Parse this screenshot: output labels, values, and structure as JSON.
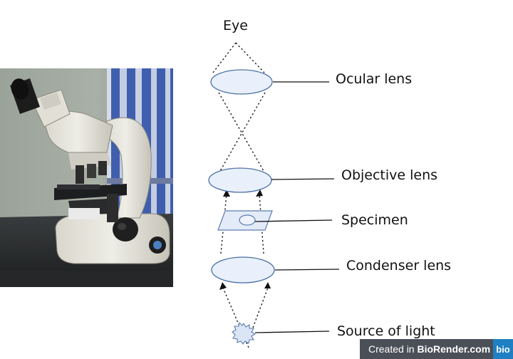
{
  "diagram": {
    "labels": {
      "eye": "Eye",
      "ocular_lens": "Ocular lens",
      "objective_lens": "Objective lens",
      "specimen": "Specimen",
      "condenser_lens": "Condenser lens",
      "source_of_light": "Source of light"
    },
    "colors": {
      "lens_fill": "#e9f0fb",
      "lens_stroke": "#4a6fa5",
      "text": "#111111"
    }
  },
  "photo": {
    "subject": "light-microscope-photo"
  },
  "watermark": {
    "prefix": "Created in ",
    "brand": "BioRender.com",
    "logo": "bio",
    "background": "#4b4f58",
    "logo_color": "#1f7fc2"
  }
}
